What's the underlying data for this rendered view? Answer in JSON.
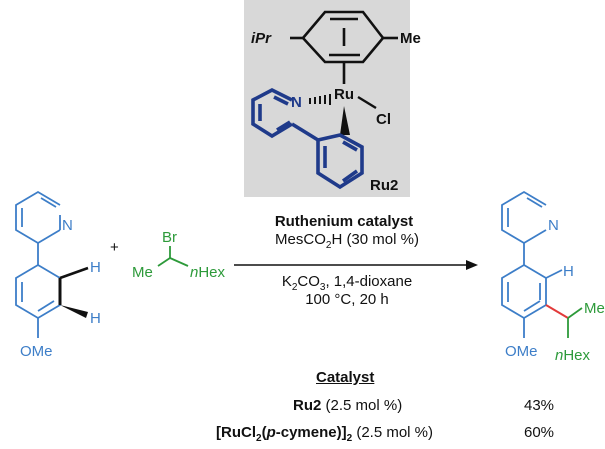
{
  "catalyst_box": {
    "substituent_left": "iPr",
    "substituent_right": "Me",
    "metal": "Ru",
    "ligand_n": "N",
    "ligand_cl": "Cl",
    "label": "Ru2"
  },
  "reactant1": {
    "n_label": "N",
    "h1": "H",
    "h2": "H",
    "ome": "OMe"
  },
  "reactant2": {
    "br": "Br",
    "me": "Me",
    "nhex": "nHex"
  },
  "plus": "+",
  "conditions": {
    "title": "Ruthenium catalyst",
    "line1": "MesCO2H (30 mol %)",
    "line2": "K2CO3, 1,4-dioxane",
    "line3": "100 °C, 20 h"
  },
  "product": {
    "n_label": "N",
    "h": "H",
    "me": "Me",
    "ome": "OMe",
    "nhex": "nHex"
  },
  "table": {
    "header": "Catalyst",
    "rows": [
      {
        "catalyst": "Ru2",
        "loading": "(2.5 mol %)",
        "yield": "43%"
      },
      {
        "catalyst": "[RuCl2(p-cymene)]2",
        "loading": "(2.5 mol %)",
        "yield": "60%"
      }
    ]
  },
  "colors": {
    "blue": "#3d7ec8",
    "navy": "#1f3a8a",
    "green": "#2d9a3a",
    "red": "#e23a3a",
    "box": "#d8d8d8"
  }
}
